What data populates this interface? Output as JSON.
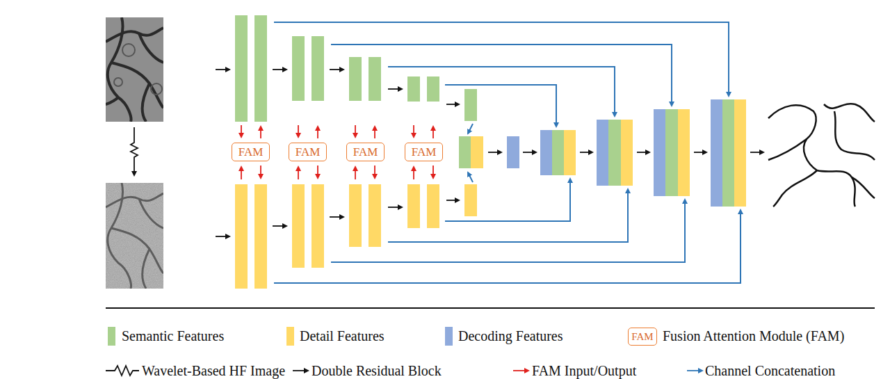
{
  "diagram": {
    "nodes": [
      {
        "text": [
          "FAM"
        ]
      },
      {
        "text": [
          "FAM"
        ]
      },
      {
        "text": [
          "FAM"
        ]
      },
      {
        "text": [
          "FAM"
        ]
      }
    ],
    "labels": [
      "FAM"
    ],
    "legend": [
      {
        "text": "Semantic Features",
        "color": "#a9d18e"
      },
      {
        "text": "Detail Features",
        "color": "#ffd966"
      },
      {
        "text": "Decoding Features",
        "color": "#8faadc"
      },
      {
        "text": "Fusion Attention Module (FAM)"
      },
      {
        "text": "Wavelet-Based HF Image"
      },
      {
        "text": "Double Residual Block"
      },
      {
        "text": "FAM Input/Output"
      },
      {
        "text": "Channel Concatenation"
      }
    ]
  }
}
